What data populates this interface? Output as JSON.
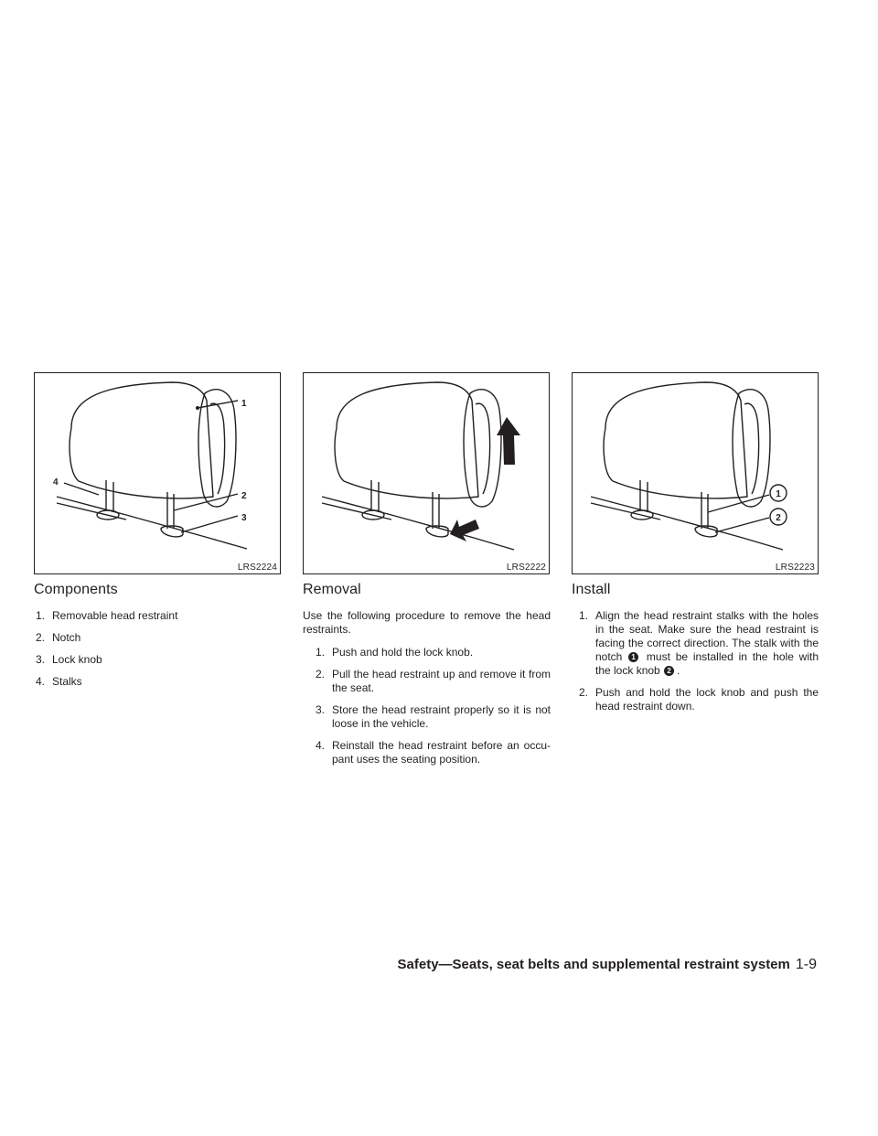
{
  "figures": {
    "components": {
      "code": "LRS2224",
      "callouts": [
        "1",
        "2",
        "3",
        "4"
      ]
    },
    "removal": {
      "code": "LRS2222"
    },
    "install": {
      "code": "LRS2223",
      "callouts": [
        "1",
        "2"
      ]
    }
  },
  "components": {
    "heading": "Components",
    "items": [
      {
        "num": "1.",
        "text": "Removable head restraint"
      },
      {
        "num": "2.",
        "text": "Notch"
      },
      {
        "num": "3.",
        "text": "Lock knob"
      },
      {
        "num": "4.",
        "text": "Stalks"
      }
    ]
  },
  "removal": {
    "heading": "Removal",
    "intro": "Use the following procedure to remove the head restraints.",
    "steps": [
      {
        "num": "1.",
        "text": "Push and hold the lock knob."
      },
      {
        "num": "2.",
        "text": "Pull the head restraint up and remove it from the seat."
      },
      {
        "num": "3.",
        "text": "Store the head restraint properly so it is not loose in the vehicle."
      },
      {
        "num": "4.",
        "text": "Reinstall the head restraint before an occu-pant uses the seating position."
      }
    ]
  },
  "install": {
    "heading": "Install",
    "step1": {
      "num": "1.",
      "part_a": "Align the head restraint stalks with the holes in the seat. Make sure the head restraint is facing the correct direction. The stalk with the notch ",
      "ref1": "1",
      "part_b": " must be installed in the hole with the lock knob ",
      "ref2": "2",
      "part_c": "."
    },
    "step2": {
      "num": "2.",
      "text": "Push and hold the lock knob and push the head restraint down."
    }
  },
  "footer": {
    "section": "Safety—Seats, seat belts and supplemental restraint system",
    "page": "1-9"
  }
}
